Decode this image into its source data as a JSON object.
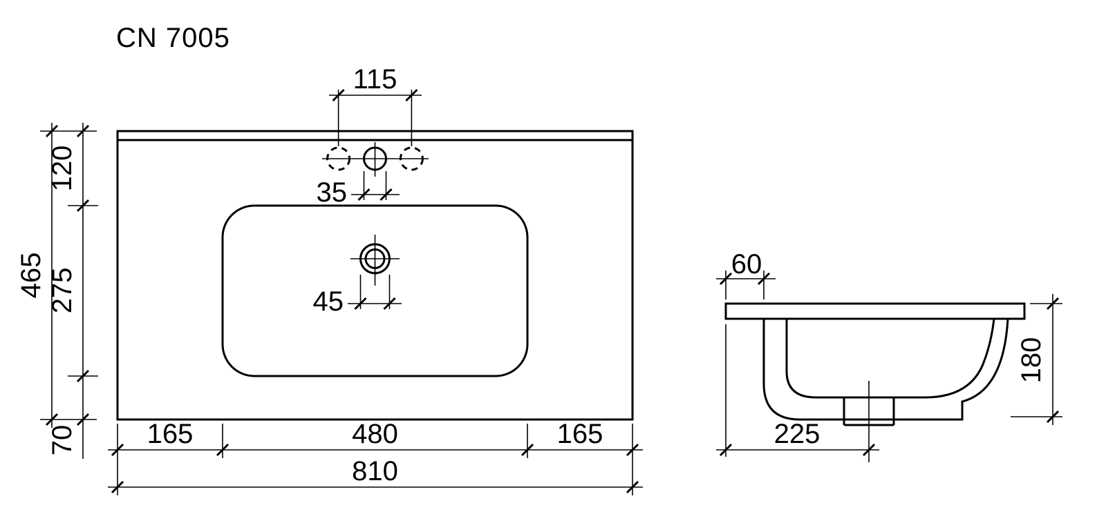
{
  "title": "CN 7005",
  "plan": {
    "dim_faucet_spacing": "115",
    "dim_hole_diameter": "35",
    "dim_drain_diameter": "45",
    "dim_rim_to_basin": "120",
    "dim_total_depth": "465",
    "dim_basin_depth": "275",
    "dim_basin_to_front": "70",
    "dim_left_offset": "165",
    "dim_basin_width": "480",
    "dim_right_offset": "165",
    "dim_total_width": "810"
  },
  "side": {
    "dim_overhang": "60",
    "dim_height": "180",
    "dim_drain_position": "225"
  }
}
